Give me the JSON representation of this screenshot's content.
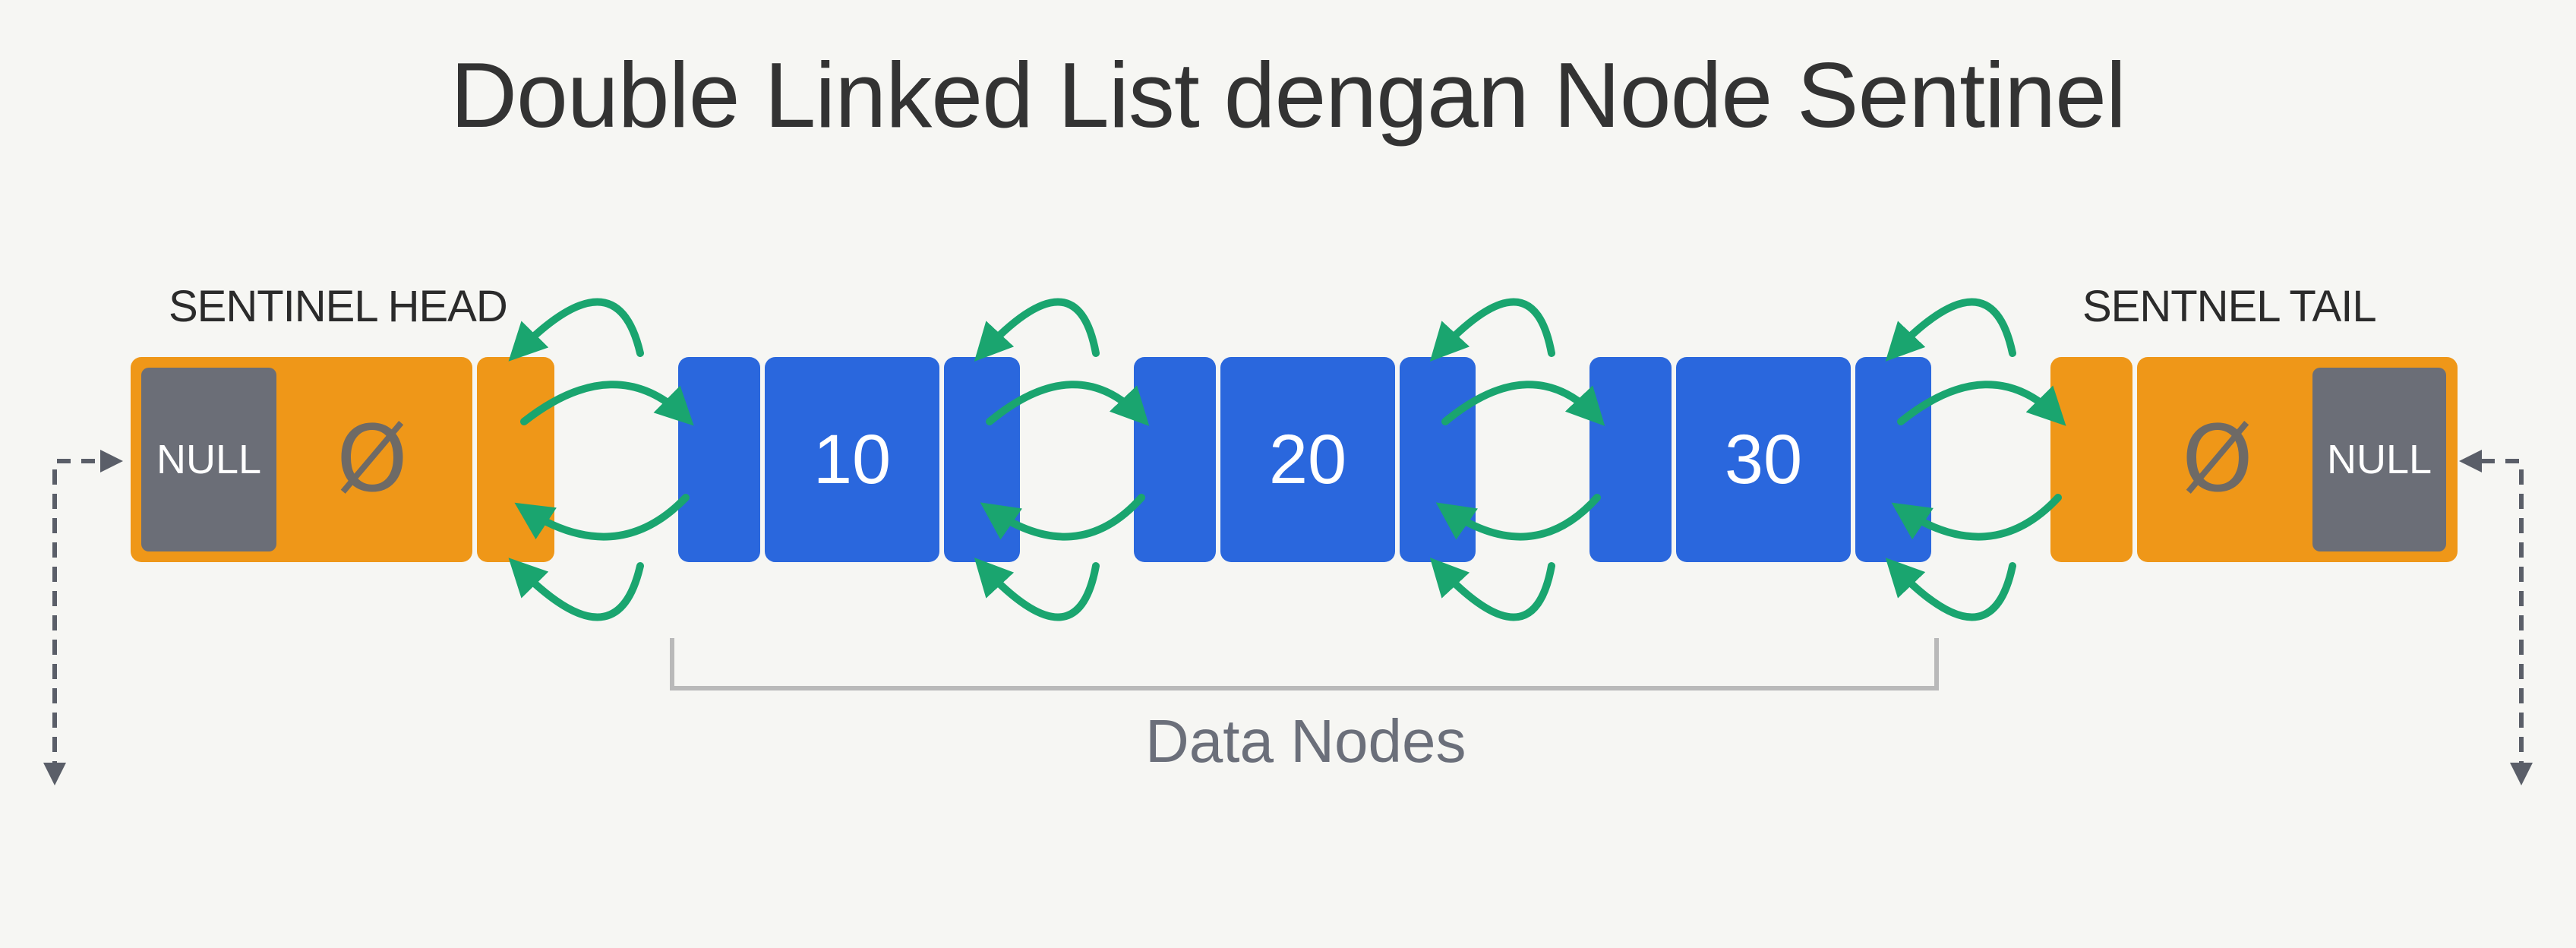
{
  "title": "Double Linked List dengan Node Sentinel",
  "head": {
    "label": "SENTINEL HEAD",
    "null_text": "NULL",
    "symbol": "Ø"
  },
  "tail": {
    "label": "SENTNEL TAIL",
    "null_text": "NULL",
    "symbol": "Ø"
  },
  "nodes": [
    {
      "value": "10"
    },
    {
      "value": "20"
    },
    {
      "value": "30"
    }
  ],
  "bracket_label": "Data Nodes",
  "colors": {
    "sentinel": "#ef9718",
    "data_node": "#2a67dd",
    "null_cell": "#6b6e77",
    "arrow": "#1aa56f",
    "dashed": "#5a5e68",
    "bracket": "#b9b9b9"
  },
  "icons": [
    "dashed-arrow-icon",
    "link-arrow-icon"
  ]
}
